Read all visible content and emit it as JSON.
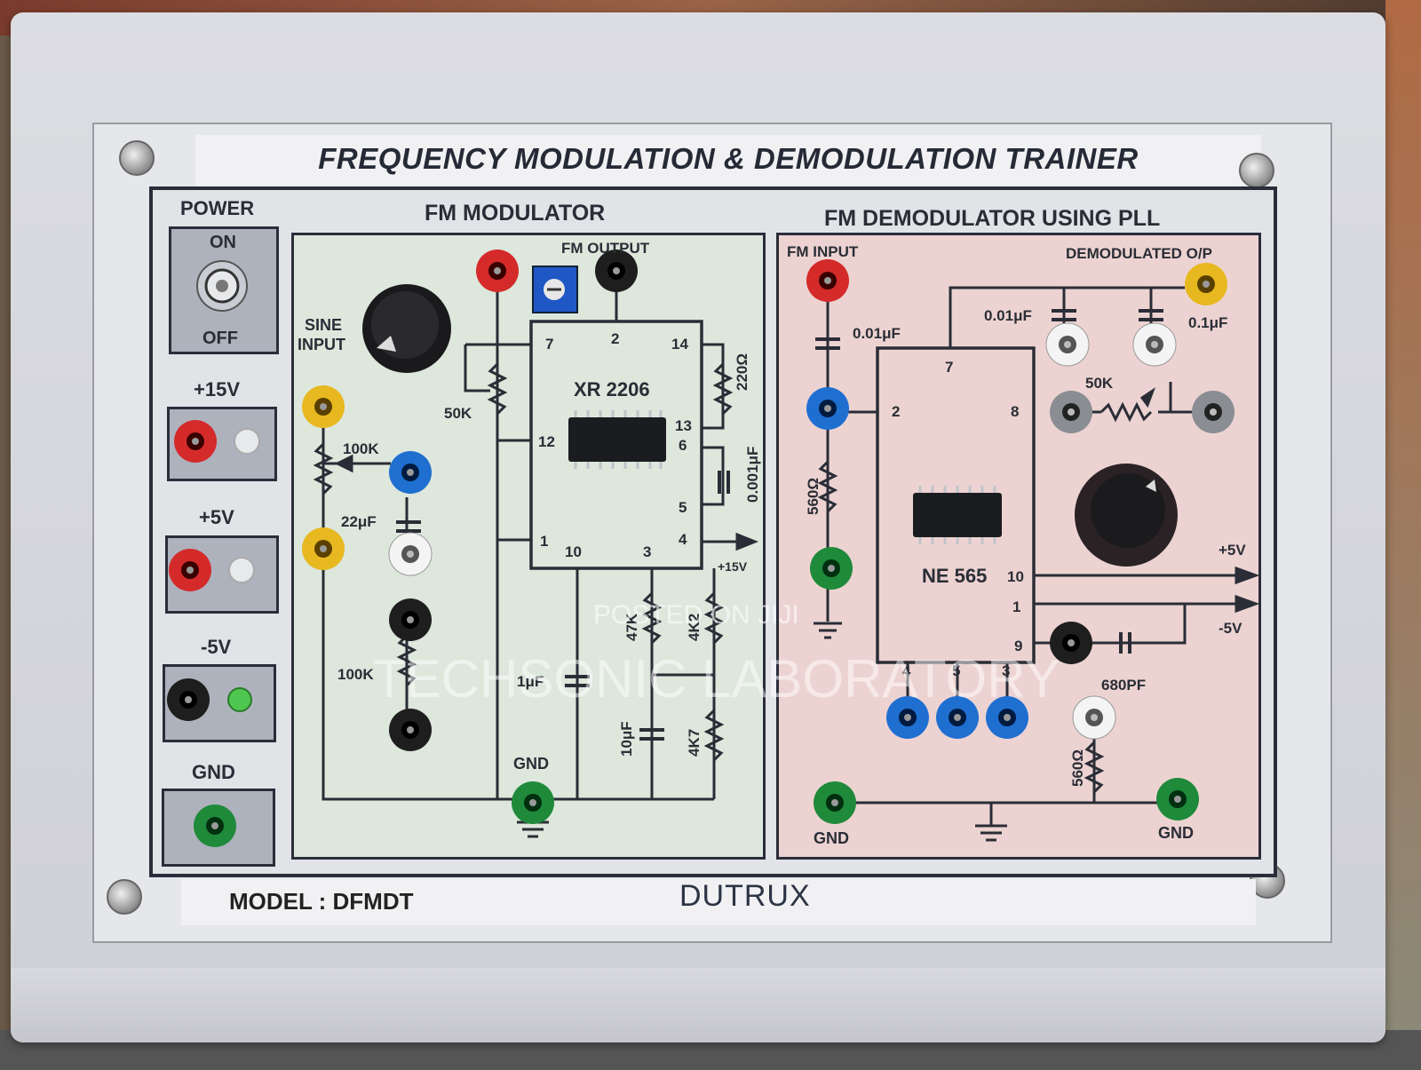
{
  "title": "FREQUENCY MODULATION & DEMODULATION TRAINER",
  "model": "MODEL : DFMDT",
  "brand": "DUTRUX",
  "watermarks": {
    "main": "TECHSONIC LABORATORY",
    "posted": "POSTED ON JIJI"
  },
  "power_column": {
    "power": "POWER",
    "on": "ON",
    "off": "OFF",
    "p15": "+15V",
    "p5": "+5V",
    "m5": "-5V",
    "gnd": "GND"
  },
  "modulator": {
    "title": "FM MODULATOR",
    "fm_output": "FM OUTPUT",
    "sine_input_1": "SINE",
    "sine_input_2": "INPUT",
    "ic": "XR 2206",
    "pot_50k": "50K",
    "res_100k_top": "100K",
    "cap_22uf": "22μF",
    "res_100k_bottom": "100K",
    "res_220": "220Ω",
    "cap_0001": "0.001μF",
    "res_47k": "47K",
    "res_4k2": "4K2",
    "res_4k7": "4K7",
    "cap_1uf": "1μF",
    "cap_10uf": "10μF",
    "v15": "+15V",
    "gnd": "GND",
    "pins": {
      "p7": "7",
      "p2": "2",
      "p14": "14",
      "p12": "12",
      "p13": "13",
      "p6": "6",
      "p5": "5",
      "p1": "1",
      "p10": "10",
      "p3": "3",
      "p4": "4"
    }
  },
  "demodulator": {
    "title": "FM DEMODULATOR USING PLL",
    "fm_input": "FM INPUT",
    "demod_out": "DEMODULATED O/P",
    "cap_001_left": "0.01μF",
    "cap_001_right": "0.01μF",
    "cap_01": "0.1μF",
    "pot_50k": "50K",
    "res_560_left": "560Ω",
    "res_560_right": "560Ω",
    "ic": "NE 565",
    "cap_680": "680PF",
    "p5v": "+5V",
    "m5v": "-5V",
    "gnd_left": "GND",
    "gnd_right": "GND",
    "pins": {
      "p7": "7",
      "p2": "2",
      "p8": "8",
      "p10": "10",
      "p1": "1",
      "p9": "9",
      "p4": "4",
      "p5": "5",
      "p3": "3"
    }
  },
  "colors": {
    "red": "#d42a2a",
    "black": "#1e1e1e",
    "yellow": "#e8b820",
    "blue": "#1f6fd1",
    "green": "#1f8a3a",
    "white": "#f4f4f4",
    "gray": "#8a8d92",
    "mod_panel": "#dde7dc",
    "demod_panel": "#ecd3d1"
  }
}
